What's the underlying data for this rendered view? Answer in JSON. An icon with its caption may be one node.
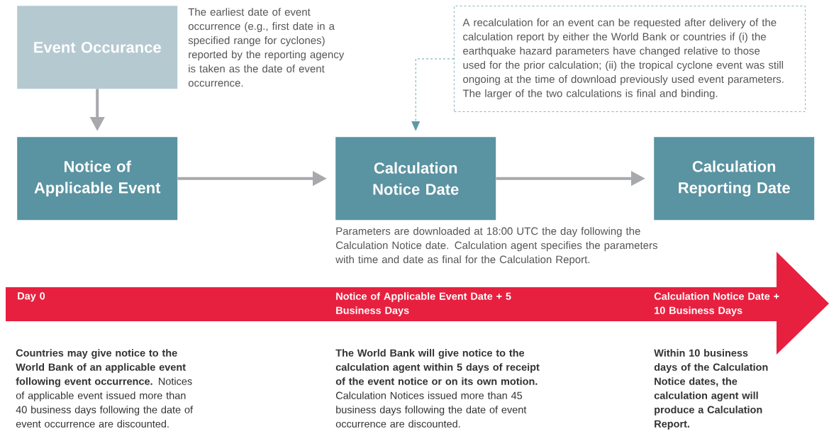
{
  "diagram": {
    "nodes": [
      {
        "text": [
          "Event Occurance"
        ],
        "beside": [
          "The earliest date of event occurrence (e.g., first date in a specified range for cyclones) reported by the reporting agency is taken as the date of event occurrence."
        ]
      },
      {
        "text": [
          "Notice of Applicable Event"
        ]
      },
      {
        "text": [
          "Calculation Notice Date"
        ],
        "beside": [
          "Parameters are downloaded at 18:00 UTC the day following the Calculation Notice date. Calculation agent specifies the parameters with time and date as final for the Calculation Report."
        ]
      },
      {
        "text": [
          "Calculation Reporting Date"
        ]
      },
      {
        "text": [
          "A recalculation for an event can be requested after delivery of the calculation report by either the World Bank or countries if (i) the earthquake hazard parameters have changed relative to those used for the prior calculation; (ii) the tropical cyclone event was still ongoing at the time of download previously used event parameters. The larger of the two calculations is final and binding."
        ]
      }
    ],
    "edges": [
      {
        "from": 0,
        "to": 1,
        "arrow": "to"
      },
      {
        "from": 1,
        "to": 2,
        "arrow": "to"
      },
      {
        "from": 2,
        "to": 3,
        "arrow": "to"
      },
      {
        "from": 4,
        "to": 2,
        "arrow": "to",
        "style": "dashed",
        "color": "#5b9aa6"
      }
    ],
    "labels": [
      "Day 0",
      "Notice of Applicable Event Date + 5 Business Days",
      "Calculation Notice Date + 10 Business Days",
      "**Countries may give notice to the World Bank of an applicable event following event occurrence.** Notices of applicable event issued more than 40 business days following the date of event occurrence are discounted.",
      "**The World Bank will give notice to the calculation agent within 5 days of receipt of the event notice or on its own motion.** Calculation Notices issued more than 45 business days following the date of event occurrence are discounted.",
      "Within 10 business days of the Calculation Notice dates, the calculation agent will produce a Calculation Report."
    ]
  }
}
